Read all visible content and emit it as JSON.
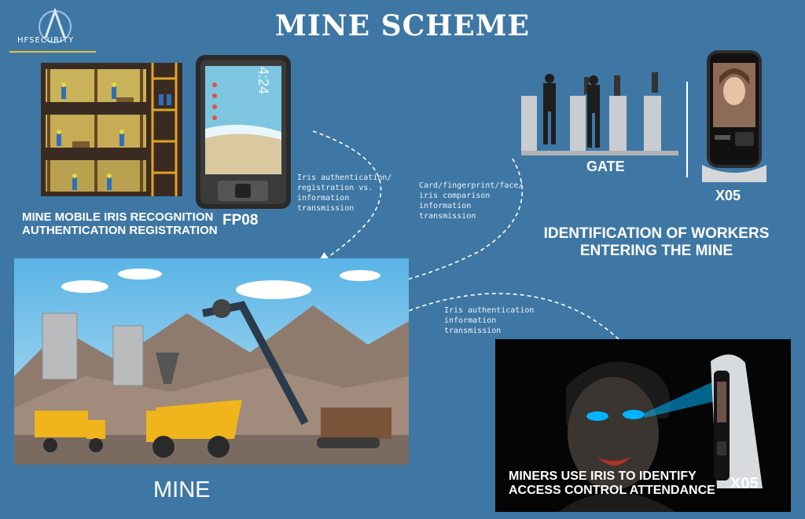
{
  "title": "MINE SCHEME",
  "logo": {
    "text": "HFSECURITY"
  },
  "colors": {
    "background": "#3f77a4",
    "arrow": "#ffffff",
    "beam": "#00b4ff"
  },
  "left_top": {
    "caption_line1": "MINE MOBILE IRIS RECOGNITION",
    "caption_line2": "AUTHENTICATION REGISTRATION",
    "device_label": "FP08",
    "tablet_time": "4:24"
  },
  "right_top": {
    "gate_label": "GATE",
    "device_label": "X05",
    "caption_line1": "IDENTIFICATION OF WORKERS",
    "caption_line2": "ENTERING THE MINE"
  },
  "flows": {
    "flow1": [
      "Iris authentication/",
      "registration vs.",
      "information",
      "transmission"
    ],
    "flow2": [
      "Card/fingerprint/face/",
      "iris comparison",
      "information",
      "transmission"
    ],
    "flow3": [
      "Iris authentication",
      "information",
      "transmission"
    ]
  },
  "mine": {
    "label": "MINE"
  },
  "bottom_right": {
    "caption_line1": "MINERS USE IRIS TO IDENTIFY",
    "caption_line2": "ACCESS CONTROL ATTENDANCE",
    "device_label": "X05"
  }
}
